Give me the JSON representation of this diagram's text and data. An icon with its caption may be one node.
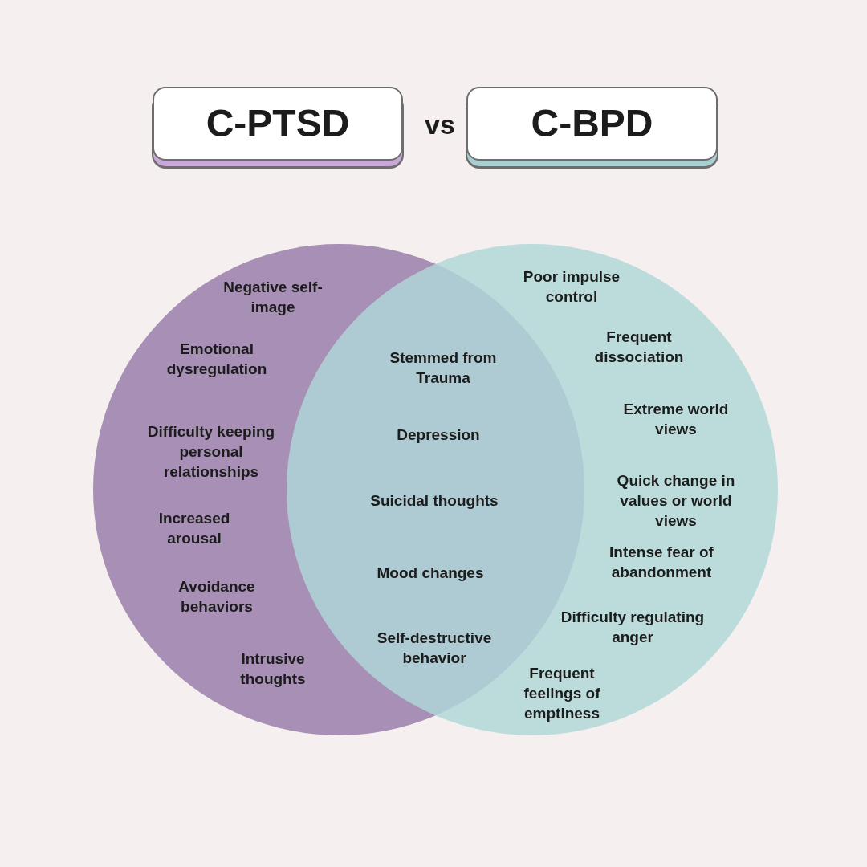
{
  "diagram": {
    "nodes": [
      {
        "text": [
          "C-PTSD"
        ]
      },
      {
        "text": [
          "C-BPD"
        ]
      },
      {
        "text": [],
        "shape": "circle"
      },
      {
        "text": [],
        "shape": "circle"
      }
    ],
    "labels": [
      "vs",
      "Negative self-image",
      "Poor impulse control",
      "Emotional dysregulation",
      "Frequent dissociation",
      "Stemmed from Trauma",
      "Extreme world views",
      "Depression",
      "Difficulty keeping personal relationships",
      "Suicidal thoughts",
      "Quick change in values or world views",
      "Increased arousal",
      "Intense fear of abandonment",
      "Mood changes",
      "Avoidance behaviors",
      "Difficulty regulating anger",
      "Self-destructive behavior",
      "Intrusive thoughts",
      "Frequent feelings of emptiness"
    ]
  }
}
